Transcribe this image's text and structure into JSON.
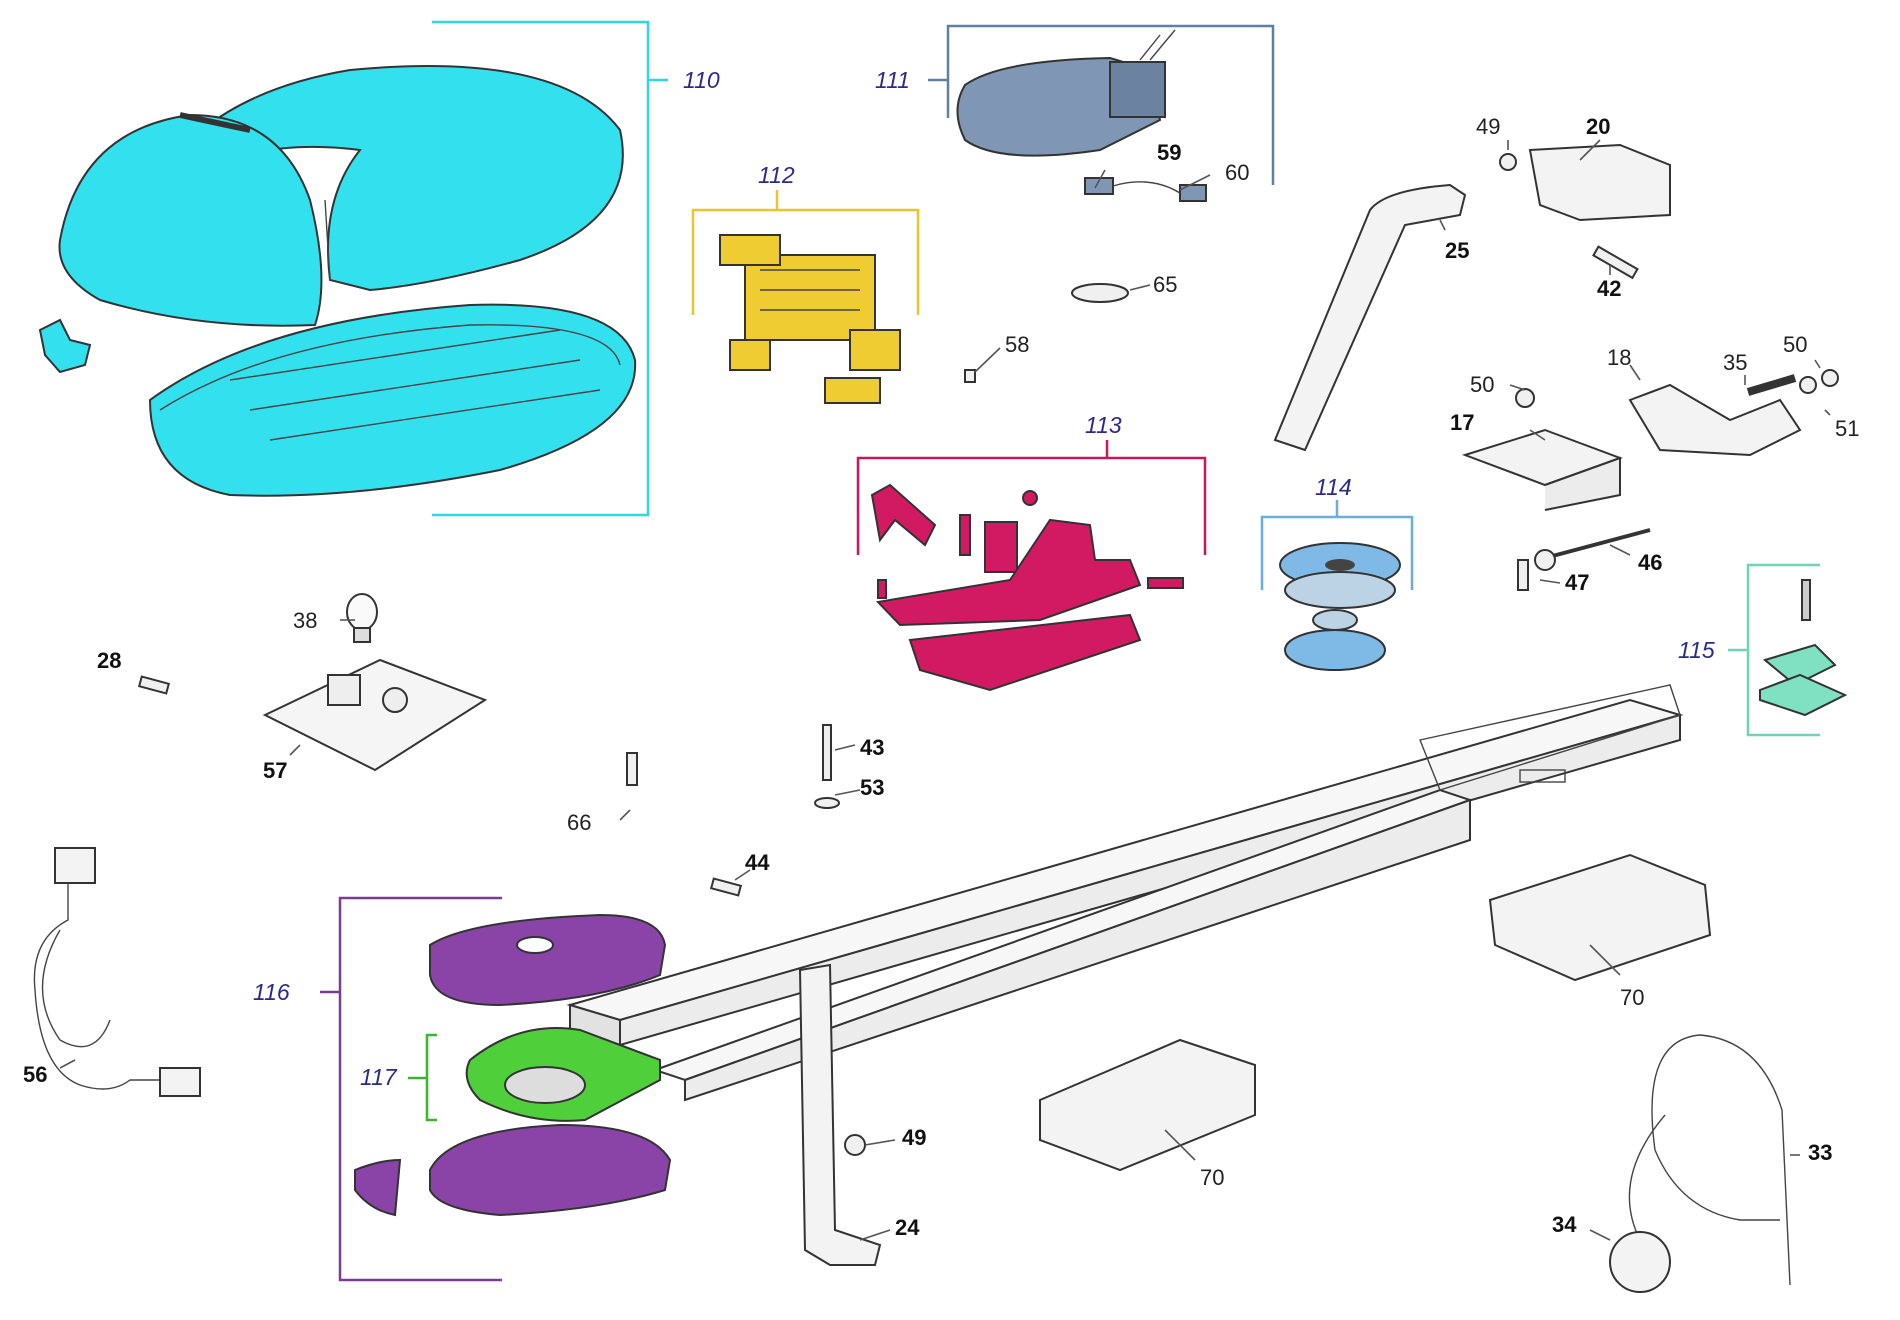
{
  "groups": [
    {
      "id": "110",
      "label": "110",
      "color": "#2fd6e6"
    },
    {
      "id": "111",
      "label": "111",
      "color": "#5f7fa3"
    },
    {
      "id": "112",
      "label": "112",
      "color": "#e8c531"
    },
    {
      "id": "113",
      "label": "113",
      "color": "#c8175e"
    },
    {
      "id": "114",
      "label": "114",
      "color": "#6aaee0"
    },
    {
      "id": "115",
      "label": "115",
      "color": "#6fd4b6"
    },
    {
      "id": "116",
      "label": "116",
      "color": "#7a3b9a"
    },
    {
      "id": "117",
      "label": "117",
      "color": "#3bb52f"
    }
  ],
  "parts": {
    "p17": "17",
    "p18": "18",
    "p20": "20",
    "p24": "24",
    "p25": "25",
    "p28": "28",
    "p33": "33",
    "p34": "34",
    "p35": "35",
    "p38": "38",
    "p42": "42",
    "p43": "43",
    "p44": "44",
    "p46": "46",
    "p47": "47",
    "p49a": "49",
    "p49b": "49",
    "p50a": "50",
    "p50b": "50",
    "p51": "51",
    "p53": "53",
    "p56": "56",
    "p57": "57",
    "p58": "58",
    "p59": "59",
    "p60": "60",
    "p65": "65",
    "p66": "66",
    "p70a": "70",
    "p70b": "70"
  },
  "colors": {
    "cover": "#33e0ee",
    "motor": "#7f97b4",
    "transformer": "#f0cc33",
    "carriage": "#d21a63",
    "pulley": "#7fb9e6",
    "bracket115": "#7fe0c2",
    "chain_cover": "#8a44a8",
    "belt": "#4fcf3a",
    "line": "#555555"
  },
  "icons": [
    "cover-icon",
    "motor-icon",
    "transformer-icon",
    "carriage-icon",
    "pulley-icon",
    "pcb-icon",
    "bulb-icon",
    "plug-cable-icon",
    "rail-icon",
    "bracket-icon",
    "cable-icon"
  ]
}
